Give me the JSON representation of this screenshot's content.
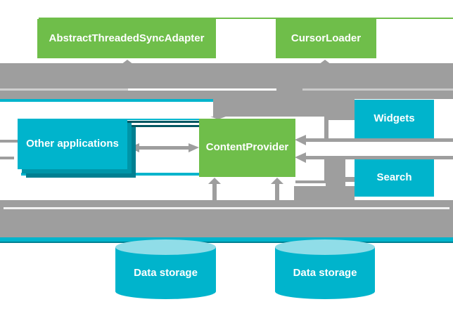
{
  "diagram": {
    "title": "ContentProvider architecture diagram",
    "nodes": {
      "sync_adapter": {
        "label": "AbstractThreadedSyncAdapter",
        "type": "component",
        "color": "#6fbe4a"
      },
      "cursor_loader": {
        "label": "CursorLoader",
        "type": "component",
        "color": "#6fbe4a"
      },
      "content_provider": {
        "label": "ContentProvider",
        "type": "component",
        "color": "#6fbe4a"
      },
      "other_applications": {
        "label": "Other applications",
        "type": "client",
        "color": "#00b4cc"
      },
      "widgets": {
        "label": "Widgets",
        "type": "client",
        "color": "#00b4cc"
      },
      "search": {
        "label": "Search",
        "type": "client",
        "color": "#00b4cc"
      },
      "data_storage_left": {
        "label": "Data storage",
        "type": "database",
        "color": "#00b4cc"
      },
      "data_storage_right": {
        "label": "Data storage",
        "type": "database",
        "color": "#00b4cc"
      }
    },
    "edges": [
      {
        "from": "sync_adapter",
        "to": "content_provider",
        "direction": "up-into-sync-adapter"
      },
      {
        "from": "cursor_loader",
        "to": "content_provider",
        "direction": "up-into-cursor-loader"
      },
      {
        "from": "content_provider",
        "to": "content_provider",
        "direction": "down-into-content-provider"
      },
      {
        "from": "other_applications",
        "to": "content_provider",
        "direction": "bidirectional"
      },
      {
        "from": "widgets",
        "to": "content_provider",
        "direction": "into-content-provider"
      },
      {
        "from": "search",
        "to": "content_provider",
        "direction": "into-content-provider"
      },
      {
        "from": "data_storage_left",
        "to": "content_provider",
        "direction": "up-into-content-provider"
      },
      {
        "from": "data_storage_right",
        "to": "content_provider",
        "direction": "up-into-content-provider"
      }
    ],
    "colors": {
      "green": "#6fbe4a",
      "cyan": "#00b4cc",
      "cyan_light": "#90dde8",
      "cyan_shadow_1": "#0095a8",
      "cyan_shadow_2": "#007f91",
      "arrow_gray": "#9e9e9e",
      "text": "#ffffff",
      "background": "#ffffff"
    }
  }
}
